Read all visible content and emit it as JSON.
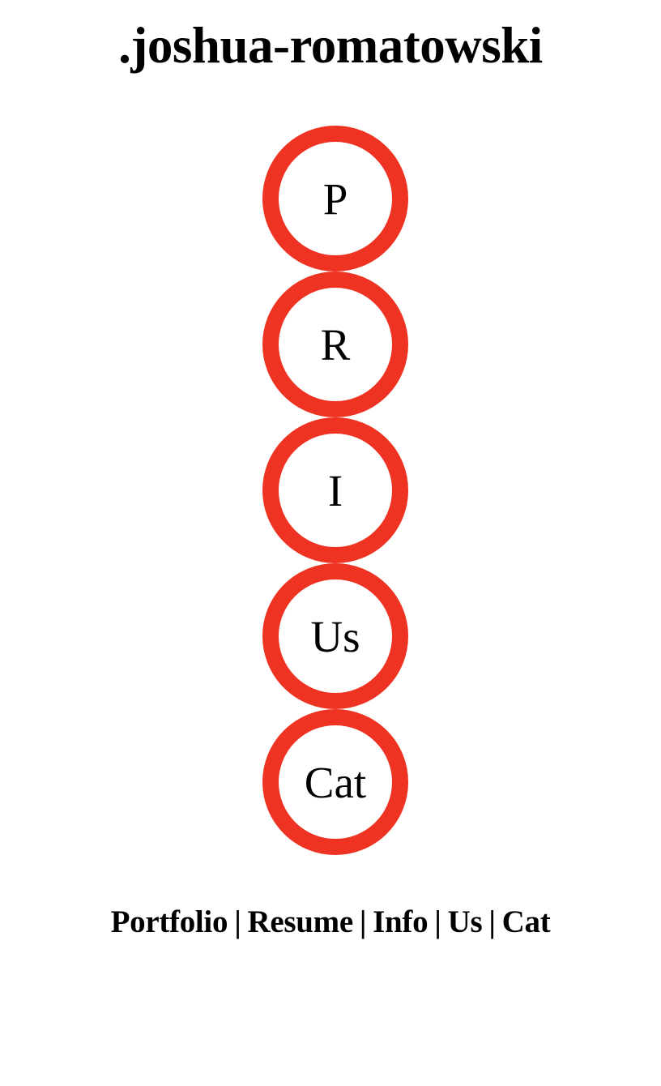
{
  "header": {
    "title": ".joshua-romatowski"
  },
  "circle_nav": {
    "items": [
      {
        "label": "P"
      },
      {
        "label": "R"
      },
      {
        "label": "I"
      },
      {
        "label": "Us"
      },
      {
        "label": "Cat"
      }
    ]
  },
  "footer_nav": {
    "separator": "|",
    "links": [
      {
        "label": "Portfolio"
      },
      {
        "label": "Resume"
      },
      {
        "label": "Info"
      },
      {
        "label": "Us"
      },
      {
        "label": "Cat"
      }
    ]
  },
  "colors": {
    "accent": "#ee3322",
    "text": "#000000",
    "background": "#ffffff"
  }
}
